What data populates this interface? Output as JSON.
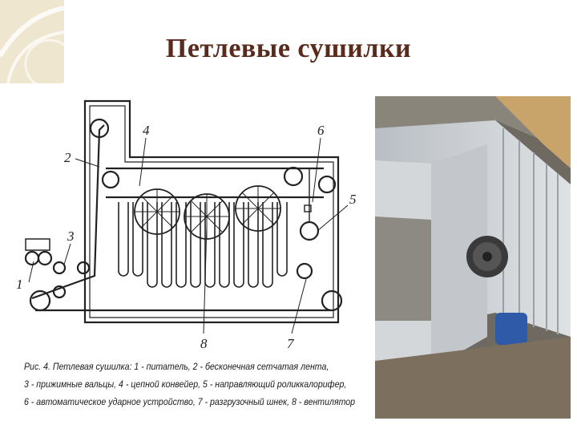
{
  "slide": {
    "title": "Петлевые сушилки",
    "caption_lines": [
      "Рис. 4. Петлевая сушилка: 1 - питатель, 2 - бесконечная сетчатая лента,",
      "3 - прижимные вальцы, 4 - цепной конвейер, 5 - направляющий роликкалорифер,",
      "6 - автоматическое ударное устройство, 7 - разгрузочный шнек, 8 - вентилятор"
    ]
  },
  "diagram": {
    "labels": [
      "1",
      "2",
      "3",
      "4",
      "5",
      "6",
      "7",
      "8"
    ]
  },
  "colors": {
    "title": "#5a2a1c",
    "machine_gray": "#c8ccd0",
    "motor_blue": "#2f5aa8",
    "motor_red": "#b83a2a"
  }
}
